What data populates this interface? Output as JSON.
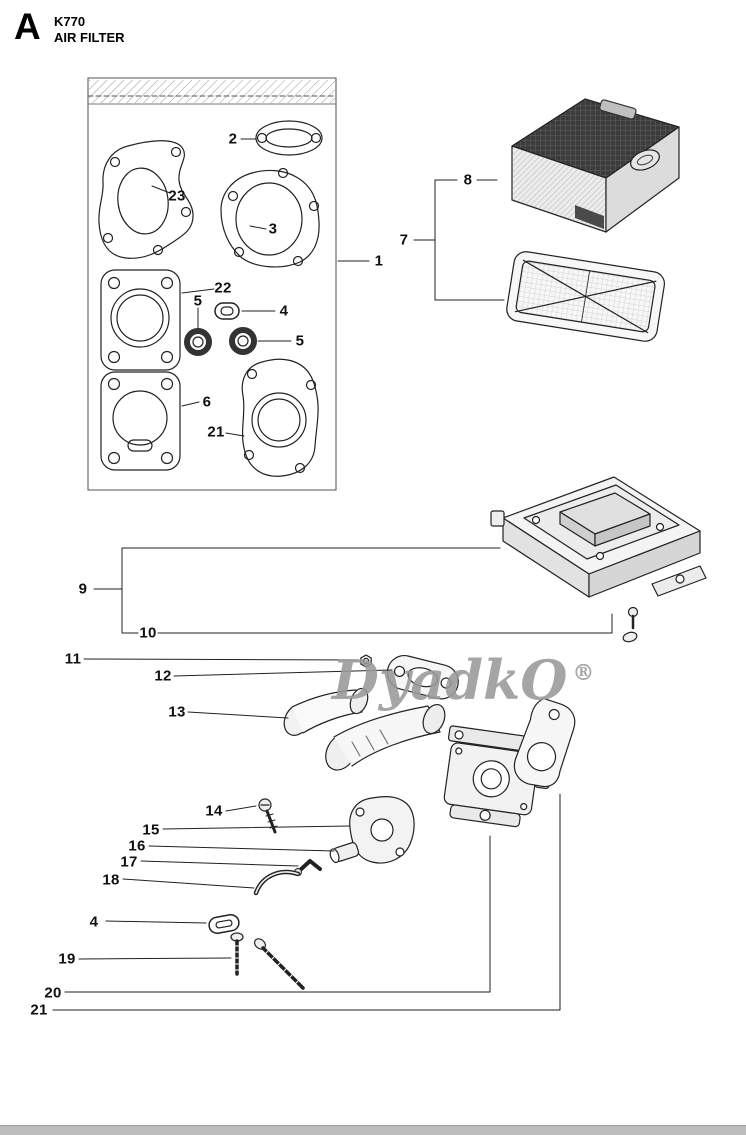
{
  "header": {
    "section_letter": "A",
    "model": "K770",
    "title": "AIR FILTER"
  },
  "watermark": {
    "text": "DyadkO",
    "registered": "®"
  },
  "callouts": [
    {
      "label": "2"
    },
    {
      "label": "23"
    },
    {
      "label": "3"
    },
    {
      "label": "1"
    },
    {
      "label": "22"
    },
    {
      "label": "5"
    },
    {
      "label": "4"
    },
    {
      "label": "5"
    },
    {
      "label": "6"
    },
    {
      "label": "21"
    },
    {
      "label": "8"
    },
    {
      "label": "7"
    },
    {
      "label": "9"
    },
    {
      "label": "10"
    },
    {
      "label": "11"
    },
    {
      "label": "12"
    },
    {
      "label": "13"
    },
    {
      "label": "14"
    },
    {
      "label": "15"
    },
    {
      "label": "16"
    },
    {
      "label": "17"
    },
    {
      "label": "18"
    },
    {
      "label": "4"
    },
    {
      "label": "19"
    },
    {
      "label": "20"
    },
    {
      "label": "21"
    }
  ]
}
